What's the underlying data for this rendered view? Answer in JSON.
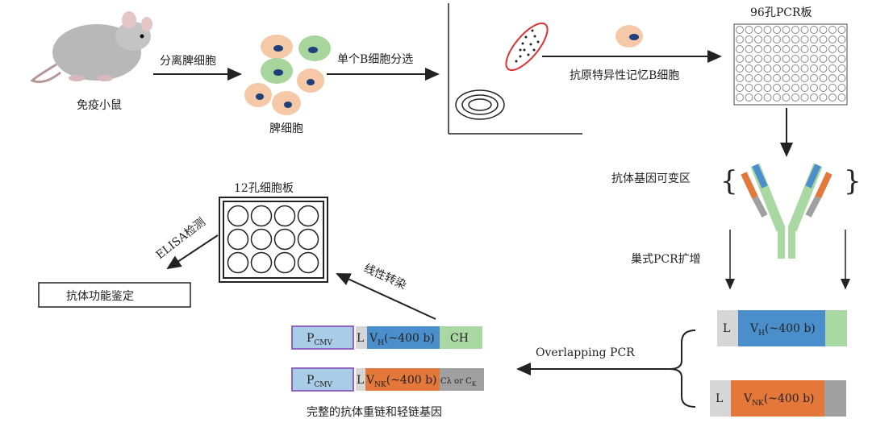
{
  "labels": {
    "mouse": "免疫小鼠",
    "isolate": "分离脾细胞",
    "splenocytes": "脾细胞",
    "sort": "单个B细胞分选",
    "memory_b": "抗原特异性记忆B细胞",
    "pcr_plate": "96孔PCR板",
    "variable_region": "抗体基因可变区",
    "nested_pcr": "巢式PCR扩增",
    "overlapping_pcr": "Overlapping PCR",
    "cell_plate": "12孔细胞板",
    "transfection": "线性转染",
    "elisa": "ELISA检测",
    "function": "抗体功能鉴定",
    "full_genes": "完整的抗体重链和轻链基因"
  },
  "constructs": {
    "L": "L",
    "V": "V",
    "sub_H": "H",
    "sub_NK": "NK",
    "size": "(~400 b)",
    "P": "P",
    "sub_CMV": "CMV",
    "CH": "CH",
    "C_lambda": "Cλ or C",
    "sub_k": "K"
  },
  "colors": {
    "promoter": "#a9cde6",
    "promoter_border": "#8e64c0",
    "leader": "#d6d6d6",
    "vh": "#4a8fcb",
    "vnk": "#e4773a",
    "ch": "#a9d8a2",
    "ck": "#a0a0a0",
    "gate": "#e03030",
    "cell": "#f5c9a8",
    "cell_green": "#a8d59c",
    "nucleus": "#1f3f7a"
  }
}
